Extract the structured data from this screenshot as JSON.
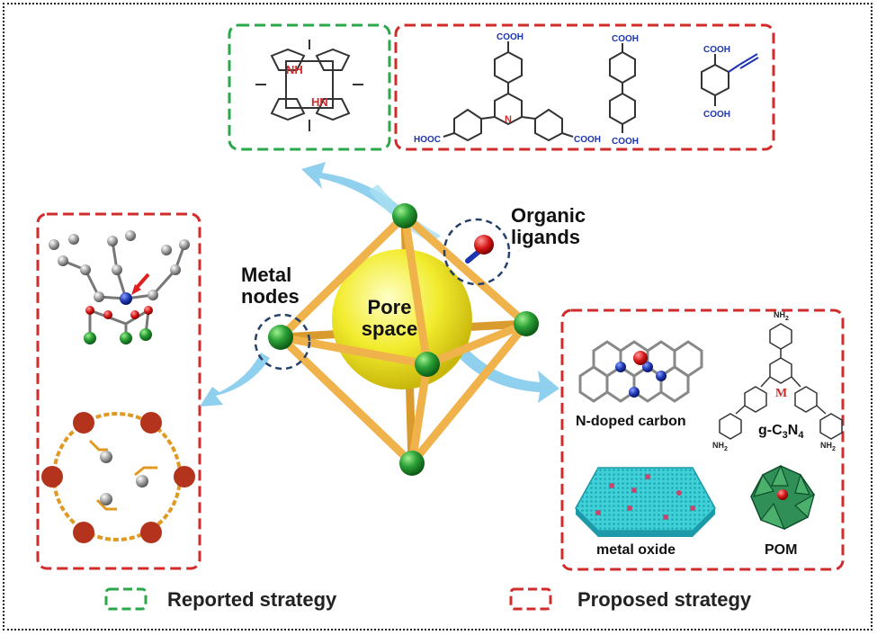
{
  "labels": {
    "organic": "Organic\nligands",
    "metal": "Metal\nnodes",
    "pore": "Pore\nspace"
  },
  "ligands": {
    "porphyrin_nh": "NH",
    "porphyrin_hn": "HN",
    "cooh": "COOH",
    "hooc": "HOOC",
    "n": "N"
  },
  "materials": {
    "n_doped_carbon": "N-doped carbon",
    "gcn_prefix": "g-C",
    "gcn_sub1": "3",
    "gcn_mid": "N",
    "gcn_sub2": "4",
    "metal_oxide": "metal oxide",
    "pom": "POM",
    "nh2": "NH",
    "nh2_sub": "2",
    "m": "M"
  },
  "legend": {
    "reported": "Reported strategy",
    "proposed": "Proposed strategy"
  },
  "colors": {
    "reported": "#2aa84a",
    "proposed": "#d12b2b",
    "strut": "#e8a53a",
    "node": "#1f8a2b",
    "pore": "#f1ea2a",
    "arrow": "#8fd0ef"
  }
}
